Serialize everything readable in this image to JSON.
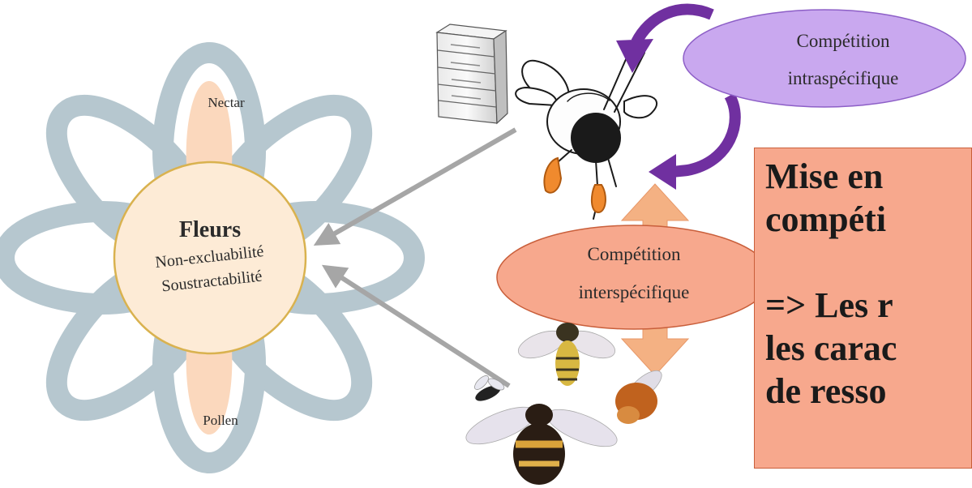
{
  "flower": {
    "center_title": "Fleurs",
    "center_line1": "Non-excluabilité",
    "center_line2": "Soustractabilité",
    "petal_top_label": "Nectar",
    "petal_bottom_label": "Pollen",
    "petal_color": "#b6c7cf",
    "petal_fill_color": "#fbd8bd",
    "center_color": "#fdebd6"
  },
  "intra_bubble": {
    "line1": "Compétition",
    "line2": "intraspécifique",
    "color": "#c9a8ef"
  },
  "inter_bubble": {
    "line1": "Compétition",
    "line2": "interspécifique",
    "color": "#f7a88d"
  },
  "text_box": {
    "line1": "Mise en",
    "line2": "compéti",
    "line3": "=> Les r",
    "line4": "les carac",
    "line5": "de resso",
    "color": "#f7a88d"
  },
  "arrow_colors": {
    "gray": "#a6a6a6",
    "purple": "#7030a0",
    "orange": "#f4b183"
  }
}
